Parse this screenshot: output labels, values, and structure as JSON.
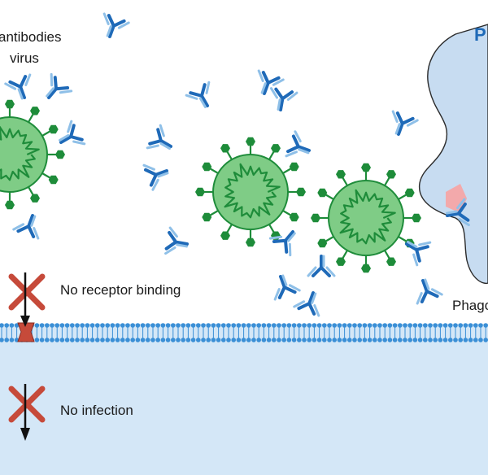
{
  "labels": {
    "antibodies_line1": "antibodies",
    "antibodies_line2": "virus",
    "top_right_letter": "P",
    "no_receptor": "No receptor binding",
    "no_infection": "No infection",
    "phago": "Phago"
  },
  "colors": {
    "antibody_dark": "#1f6ab8",
    "antibody_light": "#8fc0e8",
    "virus_fill": "#7fcc86",
    "virus_core": "#1e8c3a",
    "spike": "#1e8c3a",
    "membrane_fill": "#d4e7f7",
    "bead": "#3a8fd6",
    "phagocyte_fill": "#c7dcf1",
    "receptor": "#c64a3a",
    "cross": "#c64a3a",
    "fc_receptor": "#f3a9ab"
  },
  "icons": {
    "antibody": "antibody-icon",
    "virus": "virus-icon",
    "cross": "cross-icon",
    "arrow": "arrow-down-icon",
    "receptor": "receptor-icon",
    "phagocyte": "phagocyte-cell"
  }
}
